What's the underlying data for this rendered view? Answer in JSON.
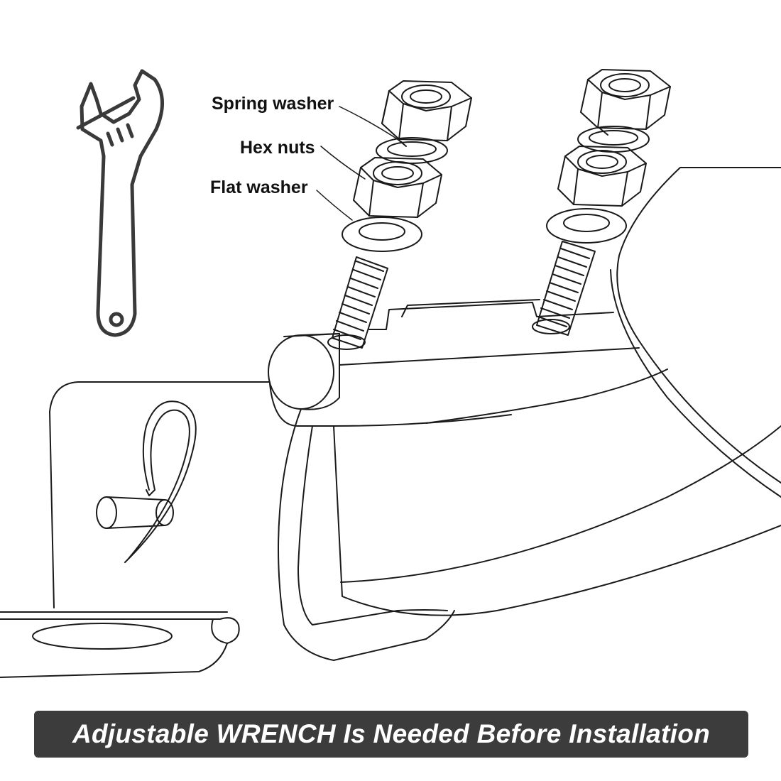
{
  "labels": {
    "spring_washer": "Spring washer",
    "hex_nuts": "Hex nuts",
    "flat_washer": "Flat washer"
  },
  "banner": {
    "text": "Adjustable WRENCH Is Needed Before Installation"
  },
  "colors": {
    "line": "#1a1a1a",
    "wrench": "#3a3a3a",
    "banner_bg": "#3c3c3c",
    "banner_text": "#ffffff",
    "background": "#ffffff"
  },
  "icons": [
    "adjustable-wrench-icon"
  ]
}
